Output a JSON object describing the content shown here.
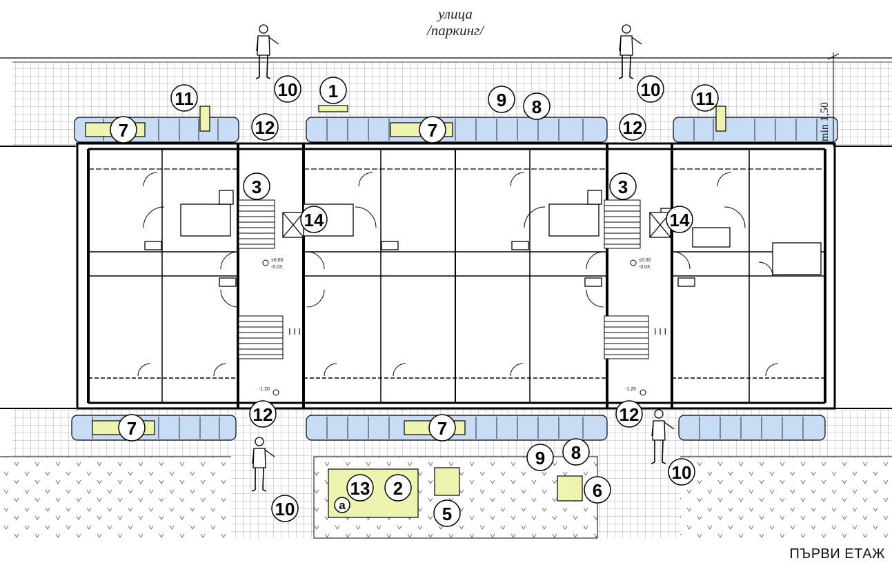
{
  "street": {
    "line1": "улица",
    "line2": "/паркинг/"
  },
  "floor_title": "ПЪРВИ ЕТАЖ",
  "dimension_label": "min 1,50",
  "level_marks": {
    "plus": "±0.00",
    "minus_small": "-0.03",
    "minus_entry": "-1.20"
  },
  "stair_marks": "I I I",
  "plot_letter": "a",
  "callouts": {
    "c1": "1",
    "c2": "2",
    "c3": "3",
    "c5": "5",
    "c6": "6",
    "c7": "7",
    "c8": "8",
    "c9": "9",
    "c10": "10",
    "c11": "11",
    "c12": "12",
    "c13": "13",
    "c14": "14"
  },
  "colors": {
    "paving_line": "#9a9a9a",
    "planter": "#c9dcf5",
    "equipment": "#eef3b0",
    "wall": "#000000"
  }
}
